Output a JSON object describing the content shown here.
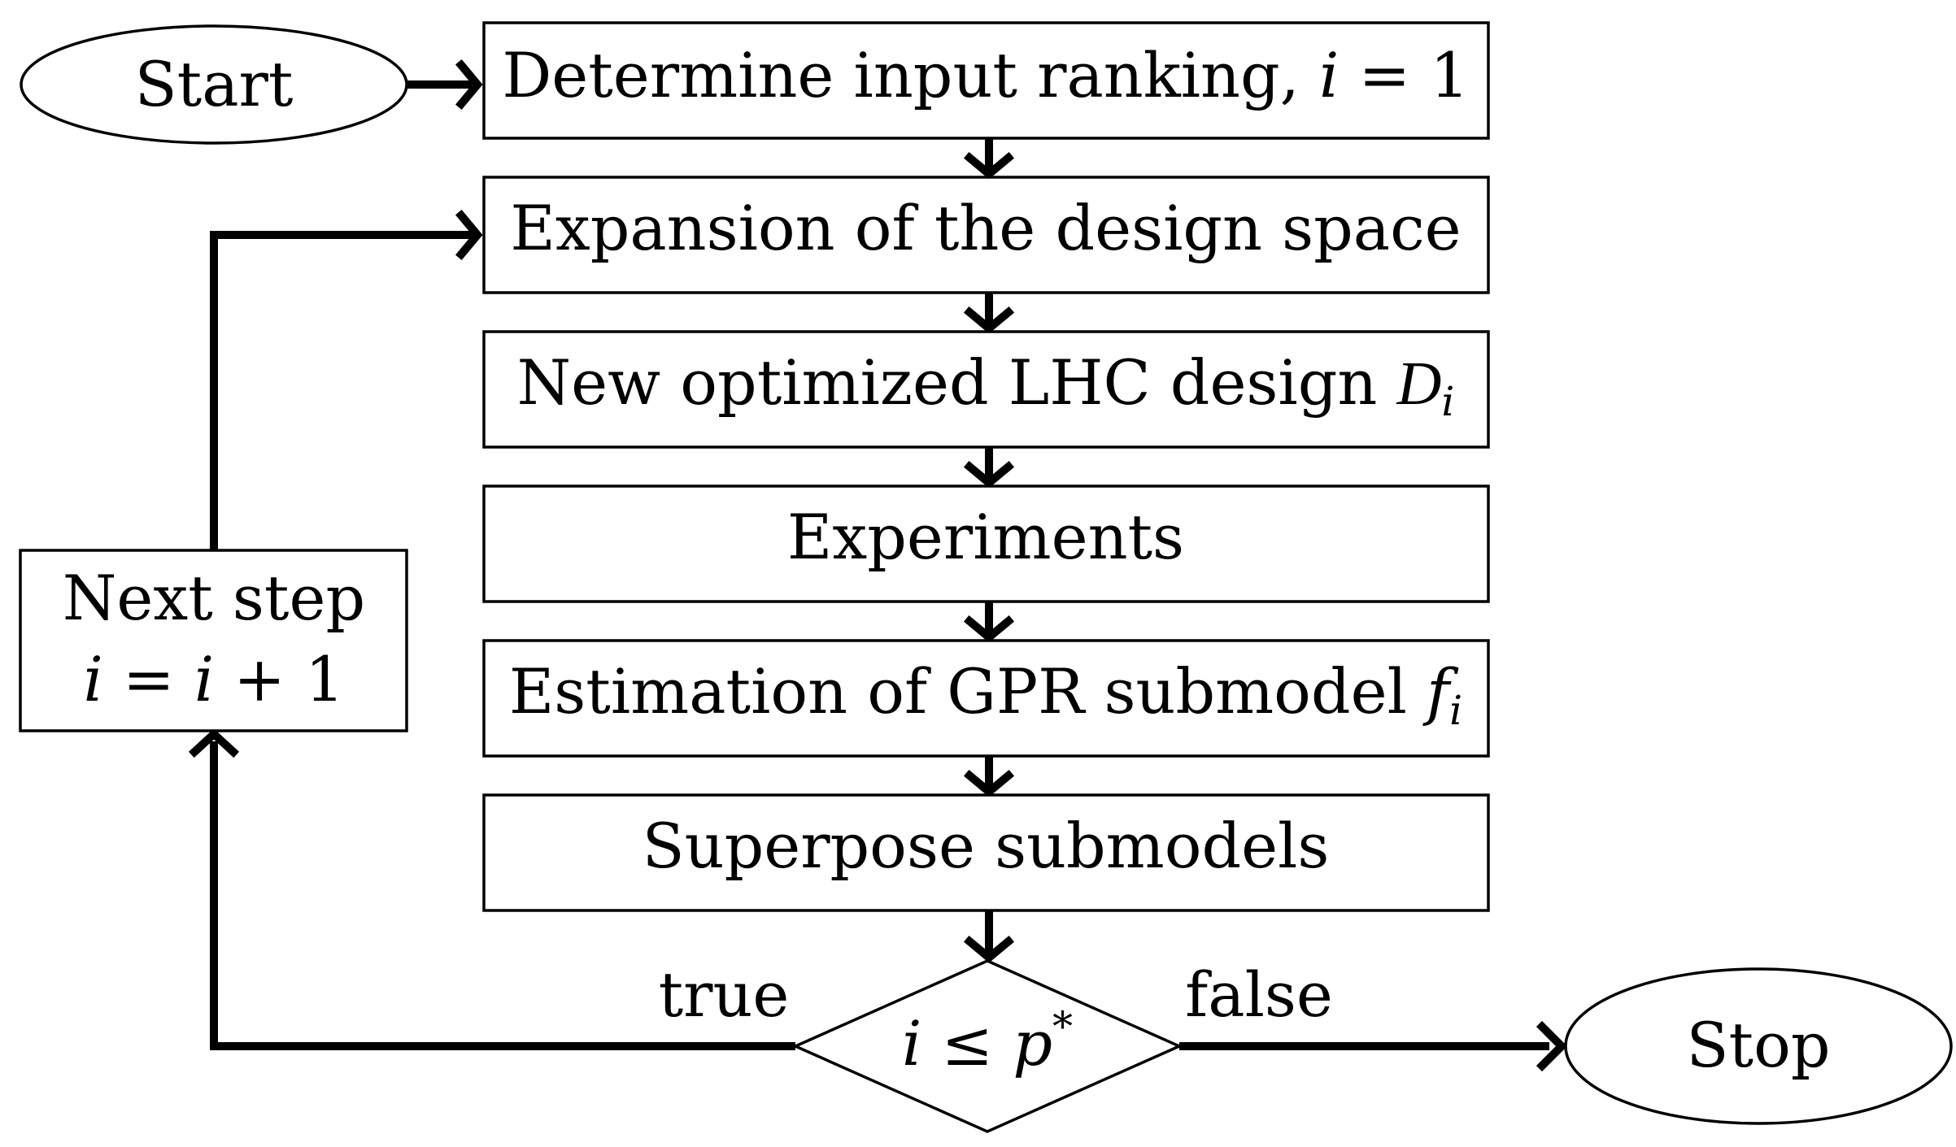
{
  "nodes": {
    "start": {
      "label": "Start"
    },
    "ranking": {
      "label": "Determine input ranking, ",
      "math_var": "i",
      "math_op": " = ",
      "math_val": "1"
    },
    "expansion": {
      "label": "Expansion of the design space"
    },
    "lhc": {
      "label": "New optimized LHC design ",
      "symbol": "D",
      "subscript": "i"
    },
    "experiments": {
      "label": "Experiments"
    },
    "gpr": {
      "label": "Estimation of GPR submodel ",
      "symbol": "f",
      "subscript": "i"
    },
    "superpose": {
      "label": "Superpose submodels"
    },
    "decision": {
      "var": "i",
      "op": " ≤ ",
      "rhs": "p",
      "sup": "*"
    },
    "next_step": {
      "line1": "Next step",
      "line2_var1": "i",
      "line2_eq": " = ",
      "line2_var2": "i",
      "line2_plus": " + 1"
    },
    "stop": {
      "label": "Stop"
    }
  },
  "edges": {
    "true_label": "true",
    "false_label": "false"
  }
}
